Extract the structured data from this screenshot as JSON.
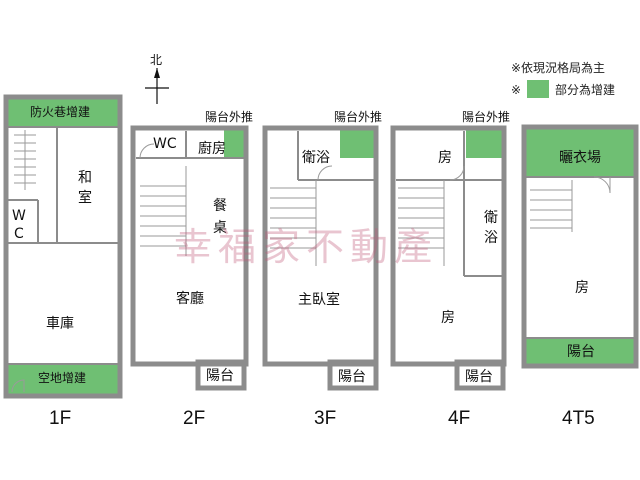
{
  "compass": {
    "label": "北"
  },
  "legend": {
    "note": "※依現況格局為主",
    "mark": "※",
    "text": "部分為增建",
    "color": "#6fbf73"
  },
  "watermark": "幸福家不動產",
  "floors": {
    "f1": {
      "label": "1F",
      "rooms": {
        "top_ext": "防火巷增建",
        "japanese": "和\n室",
        "wc": "W\nC",
        "garage": "車庫",
        "bottom_ext": "空地增建"
      }
    },
    "f2": {
      "label": "2F",
      "balcony_push": "陽台外推",
      "rooms": {
        "wc": "WC",
        "kitchen": "廚房",
        "dining": "餐\n桌",
        "living": "客廳",
        "balcony": "陽台"
      }
    },
    "f3": {
      "label": "3F",
      "balcony_push": "陽台外推",
      "rooms": {
        "bath": "衛浴",
        "master": "主臥室",
        "balcony": "陽台"
      }
    },
    "f4": {
      "label": "4F",
      "balcony_push": "陽台外推",
      "rooms": {
        "room_top": "房",
        "bath": "衛\n浴",
        "room": "房",
        "balcony": "陽台"
      }
    },
    "f5": {
      "label": "4T5",
      "rooms": {
        "closet": "曬衣場",
        "room": "房",
        "balcony": "陽台"
      }
    }
  }
}
